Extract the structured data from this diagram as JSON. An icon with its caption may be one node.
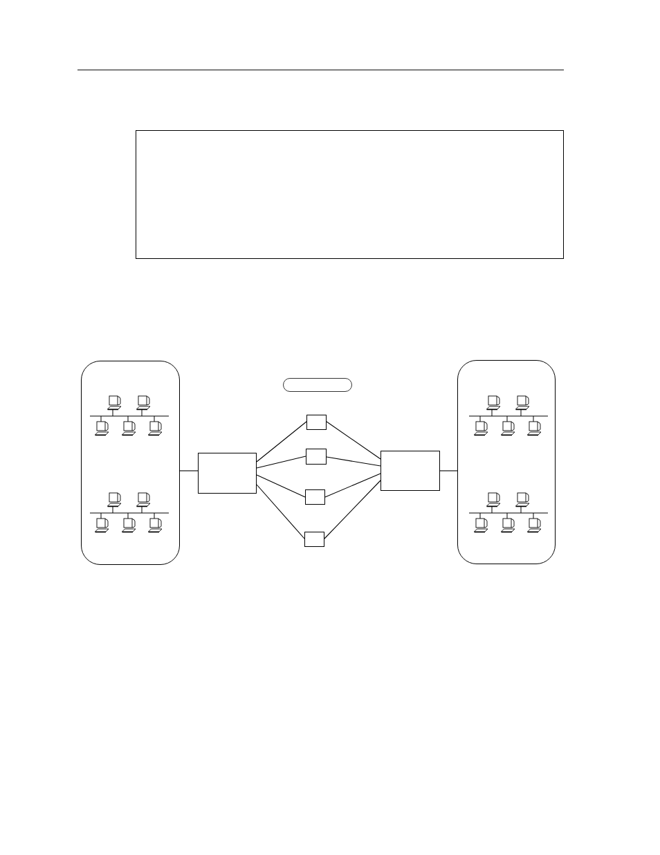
{
  "diagram": {
    "nodes": [
      {
        "text": [],
        "shape": "box"
      },
      {
        "text": [],
        "shape": "box"
      },
      {
        "text": [],
        "shape": "picture",
        "in": 1
      },
      {
        "text": [],
        "shape": "picture",
        "in": 1
      },
      {
        "text": [],
        "shape": "pill"
      },
      {
        "text": [],
        "shape": "box"
      },
      {
        "text": [],
        "shape": "box"
      },
      {
        "text": [],
        "shape": "box"
      },
      {
        "text": [],
        "shape": "box"
      },
      {
        "text": [],
        "shape": "box"
      },
      {
        "text": [],
        "shape": "box"
      },
      {
        "text": [],
        "shape": "box"
      },
      {
        "text": [],
        "shape": "picture",
        "in": 11
      },
      {
        "text": [],
        "shape": "picture",
        "in": 11
      }
    ],
    "edges": [
      {
        "from": 1,
        "to": 5,
        "arrow": "none"
      },
      {
        "from": 5,
        "to": 6,
        "arrow": "none"
      },
      {
        "from": 5,
        "to": 7,
        "arrow": "none"
      },
      {
        "from": 5,
        "to": 8,
        "arrow": "none"
      },
      {
        "from": 5,
        "to": 9,
        "arrow": "none"
      },
      {
        "from": 6,
        "to": 10,
        "arrow": "none"
      },
      {
        "from": 7,
        "to": 10,
        "arrow": "none"
      },
      {
        "from": 8,
        "to": 10,
        "arrow": "none"
      },
      {
        "from": 9,
        "to": 10,
        "arrow": "none"
      },
      {
        "from": 10,
        "to": 11,
        "arrow": "none"
      }
    ]
  }
}
